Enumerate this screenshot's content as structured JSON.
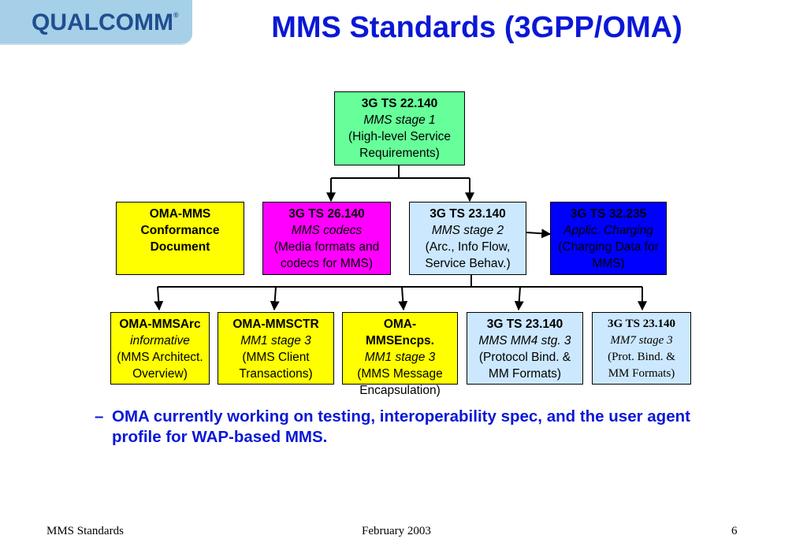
{
  "logo": {
    "text": "QUALCOMM",
    "mark": "®"
  },
  "title": "MMS Standards (3GPP/OMA)",
  "boxes": {
    "ts22140": {
      "id": "3G TS 22.140",
      "sub": "MMS stage 1",
      "desc": "(High-level Service Requirements)"
    },
    "oma_conf": {
      "id": "OMA-MMS Conformance Document"
    },
    "ts26140": {
      "id": "3G TS 26.140",
      "sub": "MMS codecs",
      "desc": "(Media formats and codecs for MMS)"
    },
    "ts23140": {
      "id": "3G TS 23.140",
      "sub": "MMS stage 2",
      "desc": "(Arc., Info Flow, Service Behav.)"
    },
    "ts32235": {
      "id": "3G TS 32.235",
      "sub": "Applic. Charging",
      "desc": "(Charging Data for MMS)"
    },
    "oma_arc": {
      "id": "OMA-MMSArc",
      "sub": "informative",
      "desc": "(MMS Architect. Overview)"
    },
    "oma_ctr": {
      "id": "OMA-MMSCTR",
      "sub": "MM1 stage 3",
      "desc": "(MMS Client Transactions)"
    },
    "oma_enc": {
      "id": "OMA-MMSEncps.",
      "sub": "MM1 stage 3",
      "desc": "(MMS Message Encapsulation)"
    },
    "mm4": {
      "id": "3G TS 23.140",
      "sub": "MMS MM4 stg. 3",
      "desc": "(Protocol Bind. & MM Formats)"
    },
    "mm7": {
      "id": "3G TS 23.140",
      "sub": "MM7 stage 3",
      "desc": "(Prot. Bind. & MM Formats)"
    }
  },
  "bullet": {
    "dash": "–",
    "text": "OMA currently working on testing, interoperability spec, and the user agent profile for WAP-based MMS."
  },
  "footer": {
    "left": "MMS Standards",
    "center": "February 2003",
    "right": "6"
  },
  "colors": {
    "title": "#0a18d6",
    "green": "#66ff99",
    "yellow": "#ffff00",
    "magenta": "#ff00ff",
    "light_blue": "#cce8ff",
    "blue": "#0000ff"
  }
}
